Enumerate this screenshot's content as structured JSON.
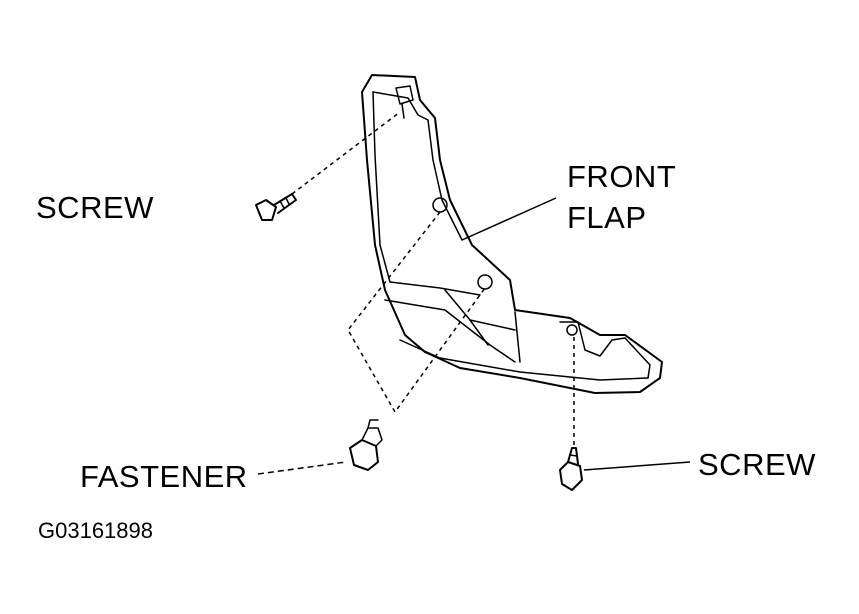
{
  "labels": {
    "screw_upper": "SCREW",
    "front_flap_line1": "FRONT",
    "front_flap_line2": "FLAP",
    "fastener": "FASTENER",
    "screw_lower": "SCREW",
    "figure_code": "G03161898"
  },
  "colors": {
    "line": "#000000",
    "background": "#ffffff"
  }
}
